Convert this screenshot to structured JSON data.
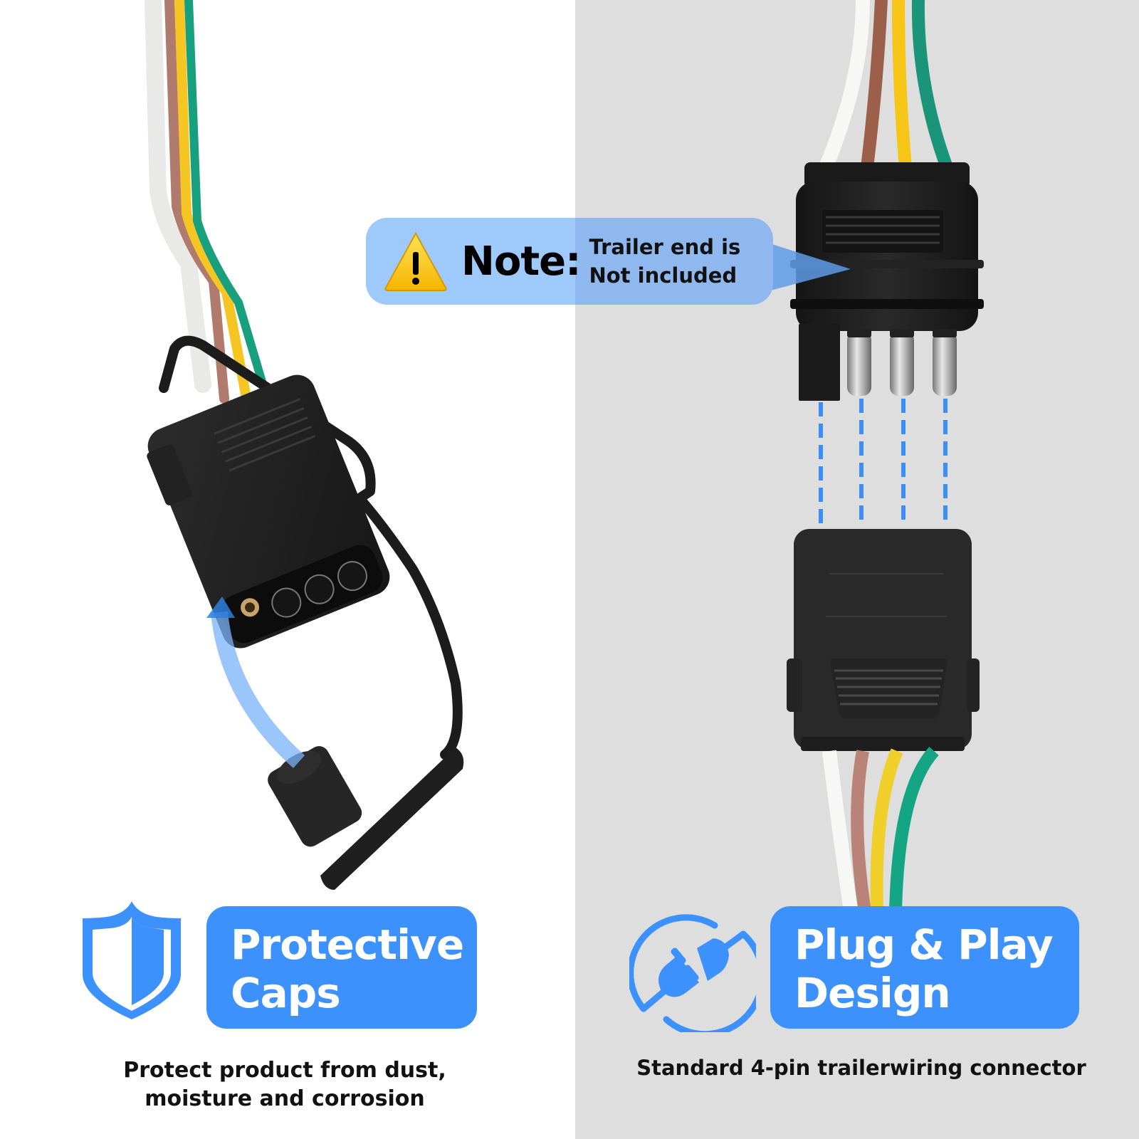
{
  "note": {
    "label": "Note:",
    "line1": "Trailer end is",
    "line2": "Not included",
    "icon": "warning-triangle-icon"
  },
  "features": [
    {
      "id": "protective-caps",
      "icon": "shield-icon",
      "title_line1": "Protective",
      "title_line2": "Caps",
      "description_line1": "Protect product from dust,",
      "description_line2": "moisture and corrosion"
    },
    {
      "id": "plug-and-play",
      "icon": "plug-connect-icon",
      "title_line1": "Plug & Play",
      "title_line2": "Design",
      "description_line1": "Standard 4-pin trailerwiring connector"
    }
  ],
  "wire_colors": {
    "white": "#f2f2f0",
    "brown": "#a8685a",
    "yellow": "#f5c623",
    "green": "#18a07e"
  },
  "colors": {
    "accent_blue": "#3d91fd",
    "note_blue_light": "#9ec9fb",
    "note_blue_dark": "#8fb8ee",
    "panel_gray": "#dedede",
    "connector_black": "#1e1e1e"
  }
}
